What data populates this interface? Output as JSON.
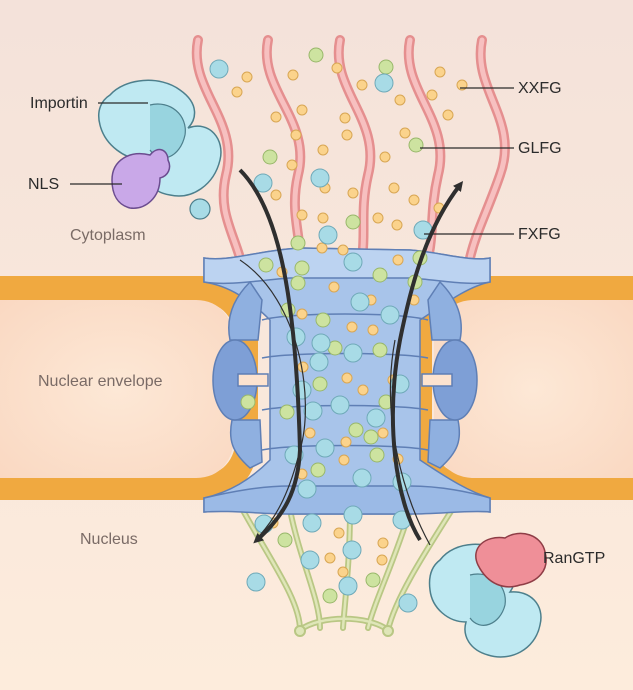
{
  "labels": {
    "importin": "Importin",
    "nls": "NLS",
    "cytoplasm": "Cytoplasm",
    "nuclear_envelope": "Nuclear envelope",
    "nucleus": "Nucleus",
    "xxfg": "XXFG",
    "glfg": "GLFG",
    "fxfg": "FXFG",
    "rangtp": "RanGTP"
  },
  "colors": {
    "background_top": "#f6e6dc",
    "background_bottom": "#fcebdc",
    "envelope_fill": "#fde3cf",
    "envelope_stroke": "#f0a940",
    "pore_fill": "#a8c4ea",
    "pore_stroke": "#5f7fb5",
    "xxfg_filament": "#f3a5a5",
    "basket": "#c8d49a",
    "fg_yellow": "#fbd38c",
    "fg_green": "#cde3a0",
    "fg_blue": "#a8dbe6",
    "importin": "#bfe9f2",
    "nls": "#c9a8e8",
    "rangtp": "#ef8f98",
    "arrow": "#2f2f2f"
  },
  "icons": {
    "importin_nls_complex": "importin-with-nls-icon",
    "importin_rangtp_complex": "importin-with-rangtp-icon",
    "import_arrow": "down-arrow-icon",
    "export_arrow": "up-arrow-icon"
  }
}
